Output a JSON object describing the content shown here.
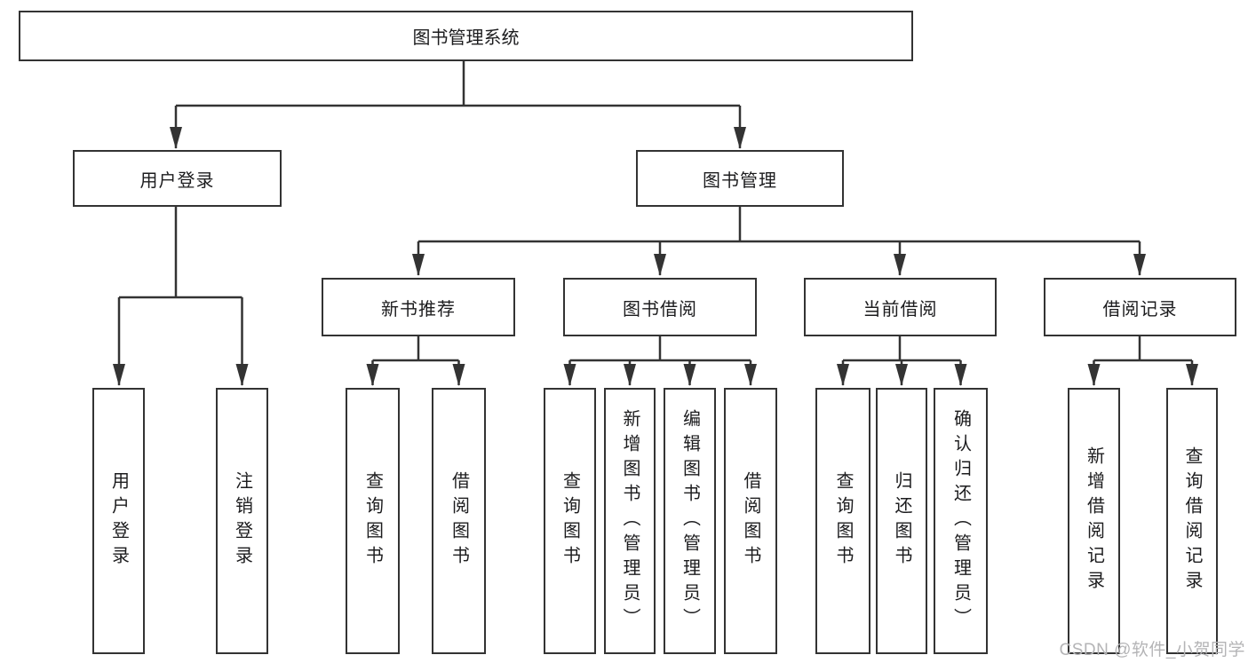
{
  "diagram_type": "hierarchy-tree",
  "style": {
    "line_color": "#333333",
    "box_border_color": "#333333",
    "box_background": "#ffffff",
    "text_color": "#1c1c1e",
    "watermark_color": "#b4b4b6",
    "page_background": "#ffffff"
  },
  "nodes": {
    "root": "图书管理系统",
    "user_login": "用户登录",
    "book_management": "图书管理",
    "new_book_recommend": "新书推荐",
    "book_borrow": "图书借阅",
    "current_borrow": "当前借阅",
    "borrow_record": "借阅记录",
    "leaf_user_login": "用户登录",
    "leaf_logout_login": "注销登录",
    "leaf_query_book_recommend": "查询图书",
    "leaf_borrow_book_recommend": "借阅图书",
    "leaf_query_book_borrow": "查询图书",
    "leaf_add_book_admin": "新增图书（管理员）",
    "leaf_edit_book_admin": "编辑图书（管理员）",
    "leaf_borrow_book_borrow": "借阅图书",
    "leaf_query_book_current": "查询图书",
    "leaf_return_book": "归还图书",
    "leaf_confirm_return_admin": "确认归还（管理员）",
    "leaf_add_borrow_record": "新增借阅记录",
    "leaf_query_borrow_record": "查询借阅记录"
  },
  "hierarchy": {
    "root": "图书管理系统",
    "children": [
      {
        "label": "用户登录",
        "children": [
          "用户登录",
          "注销登录"
        ]
      },
      {
        "label": "图书管理",
        "children": [
          {
            "label": "新书推荐",
            "children": [
              "查询图书",
              "借阅图书"
            ]
          },
          {
            "label": "图书借阅",
            "children": [
              "查询图书",
              "新增图书（管理员）",
              "编辑图书（管理员）",
              "借阅图书"
            ]
          },
          {
            "label": "当前借阅",
            "children": [
              "查询图书",
              "归还图书",
              "确认归还（管理员）"
            ]
          },
          {
            "label": "借阅记录",
            "children": [
              "新增借阅记录",
              "查询借阅记录"
            ]
          }
        ]
      }
    ]
  },
  "watermark": "CSDN @软件_小贺同学"
}
